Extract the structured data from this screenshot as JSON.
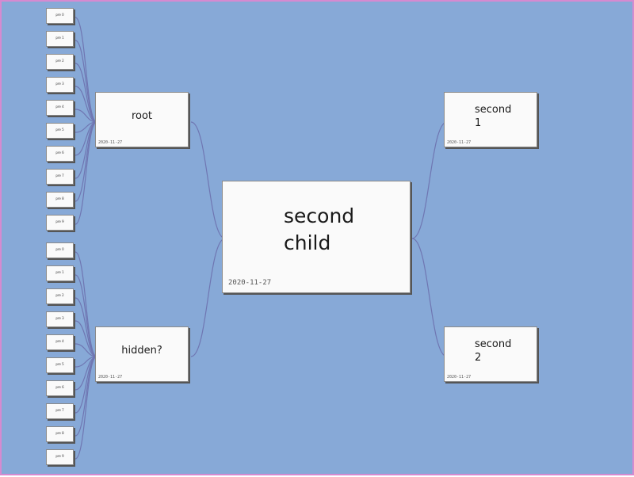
{
  "colors": {
    "background": "#87a9d7",
    "edge": "#6f76b2",
    "node_fill": "#fafafa",
    "frame": "#d68ad0"
  },
  "center": {
    "label_line1": "second",
    "label_line2": "child",
    "date": "2020-11-27"
  },
  "root": {
    "label": "root",
    "date": "2020-11-27"
  },
  "hidden": {
    "label": "hidden?",
    "date": "2020-11-27"
  },
  "second1": {
    "label_line1": "second",
    "label_line2": "1",
    "date": "2020-11-27"
  },
  "second2": {
    "label_line1": "second",
    "label_line2": "2",
    "date": "2020-11-27"
  },
  "pre_root": [
    "pre 0",
    "pre 1",
    "pre 2",
    "pre 3",
    "pre 4",
    "pre 5",
    "pre 6",
    "pre 7",
    "pre 8",
    "pre 9"
  ],
  "pre_hidden": [
    "pre 0",
    "pre 1",
    "pre 2",
    "pre 3",
    "pre 4",
    "pre 5",
    "pre 6",
    "pre 7",
    "pre 8",
    "pre 9"
  ]
}
